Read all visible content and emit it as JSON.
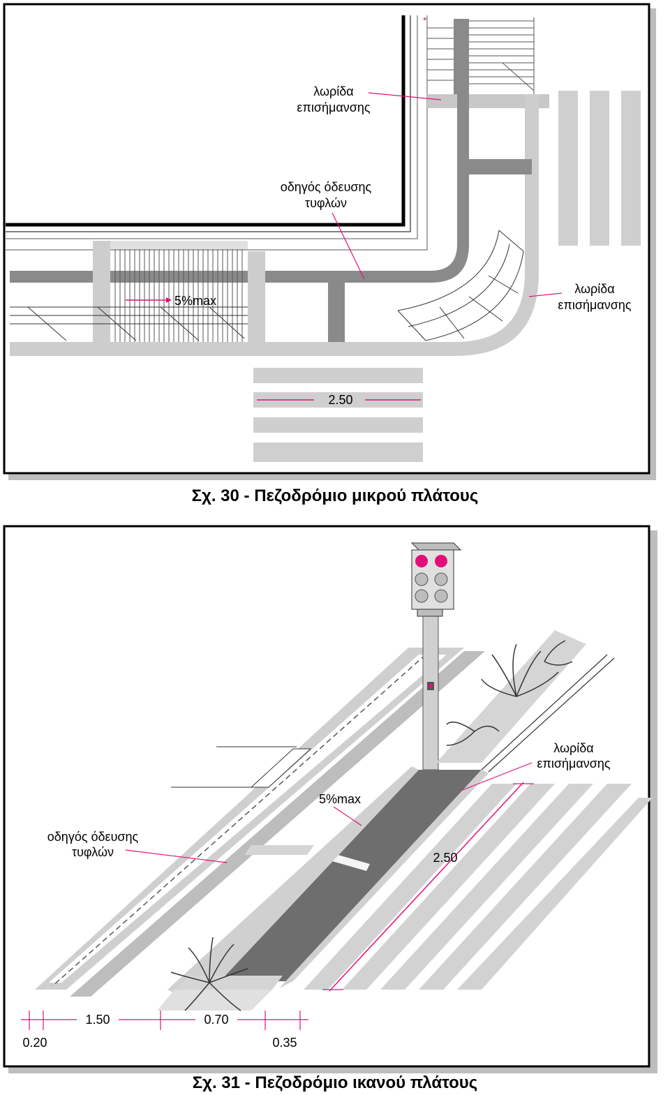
{
  "figure1": {
    "caption": "Σχ. 30 - Πεζοδρόμιο μικρού πλάτους",
    "label_warning_strip_top": [
      "λωρίδα",
      "επισήμανσης"
    ],
    "label_guide": [
      "οδηγός όδευσης",
      "τυφλών"
    ],
    "label_warning_strip_right": [
      "λωρίδα",
      "επισήμανσης"
    ],
    "slope_label": "5%max",
    "crossing_width": "2.50"
  },
  "figure2": {
    "caption": "Σχ. 31 - Πεζοδρόμιο ικανού πλάτους",
    "label_warning_strip": [
      "λωρίδα",
      "επισήμανσης"
    ],
    "label_guide": [
      "οδηγός όδευσης",
      "τυφλών"
    ],
    "slope_label": "5%max",
    "crossing_width": "2.50",
    "dimensions": {
      "d1": "0.20",
      "d2": "1.50",
      "d3": "0.70",
      "d4": "0.35"
    }
  },
  "colors": {
    "accent": "#e0107a",
    "strip_gray": "#c8c8c8",
    "guide_gray": "#8a8a8a",
    "dark_gray": "#6e6e6e",
    "frame": "#000000"
  }
}
